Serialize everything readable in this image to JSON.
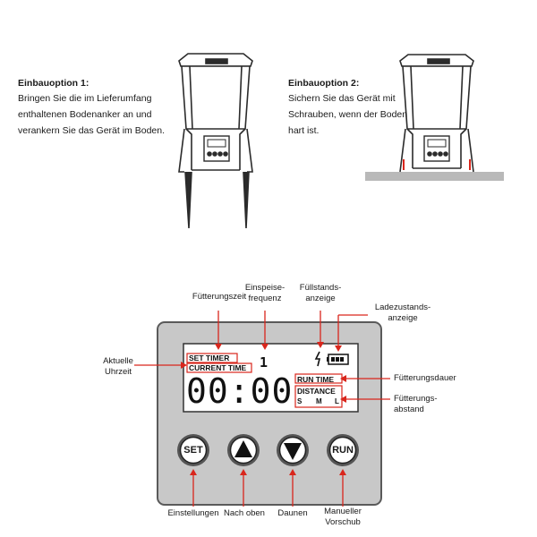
{
  "option1": {
    "title": "Einbauoption 1:",
    "lines": [
      "Bringen Sie die im Lieferumfang",
      "enthaltenen Bodenanker an und",
      "verankern Sie das Gerät im Boden."
    ]
  },
  "option2": {
    "title": "Einbauoption 2:",
    "lines": [
      "Sichern Sie das Gerät mit",
      "Schrauben, wenn der Boden",
      "hart ist."
    ]
  },
  "display": {
    "set_timer": "SET TIMER",
    "current_time": "CURRENT TIME",
    "digits": "00:00",
    "freq_value": "1",
    "run_time": "RUN TIME",
    "distance": "DISTANCE",
    "size_s": "S",
    "size_m": "M",
    "size_l": "L"
  },
  "buttons": {
    "set": "SET",
    "run": "RUN"
  },
  "callouts": {
    "fuetterungszeit": "Fütterungszeit",
    "einspeise_1": "Einspeise-",
    "einspeise_2": "frequenz",
    "fuellstand_1": "Füllstands-",
    "fuellstand_2": "anzeige",
    "ladezustand_1": "Ladezustands-",
    "ladezustand_2": "anzeige",
    "aktuelle_1": "Aktuelle",
    "aktuelle_2": "Uhrzeit",
    "fuetterungsdauer": "Fütterungsdauer",
    "abstand_1": "Fütterungs-",
    "abstand_2": "abstand",
    "einstellungen": "Einstellungen",
    "nach_oben": "Nach oben",
    "daunen": "Daunen",
    "manueller_1": "Manueller",
    "manueller_2": "Vorschub"
  },
  "colors": {
    "callout_red": "#d9261c",
    "panel_gray": "#c8c8c8",
    "panel_border": "#5a5a5a",
    "lcd_bg": "#ffffff",
    "device_dark": "#2b2b2b"
  }
}
